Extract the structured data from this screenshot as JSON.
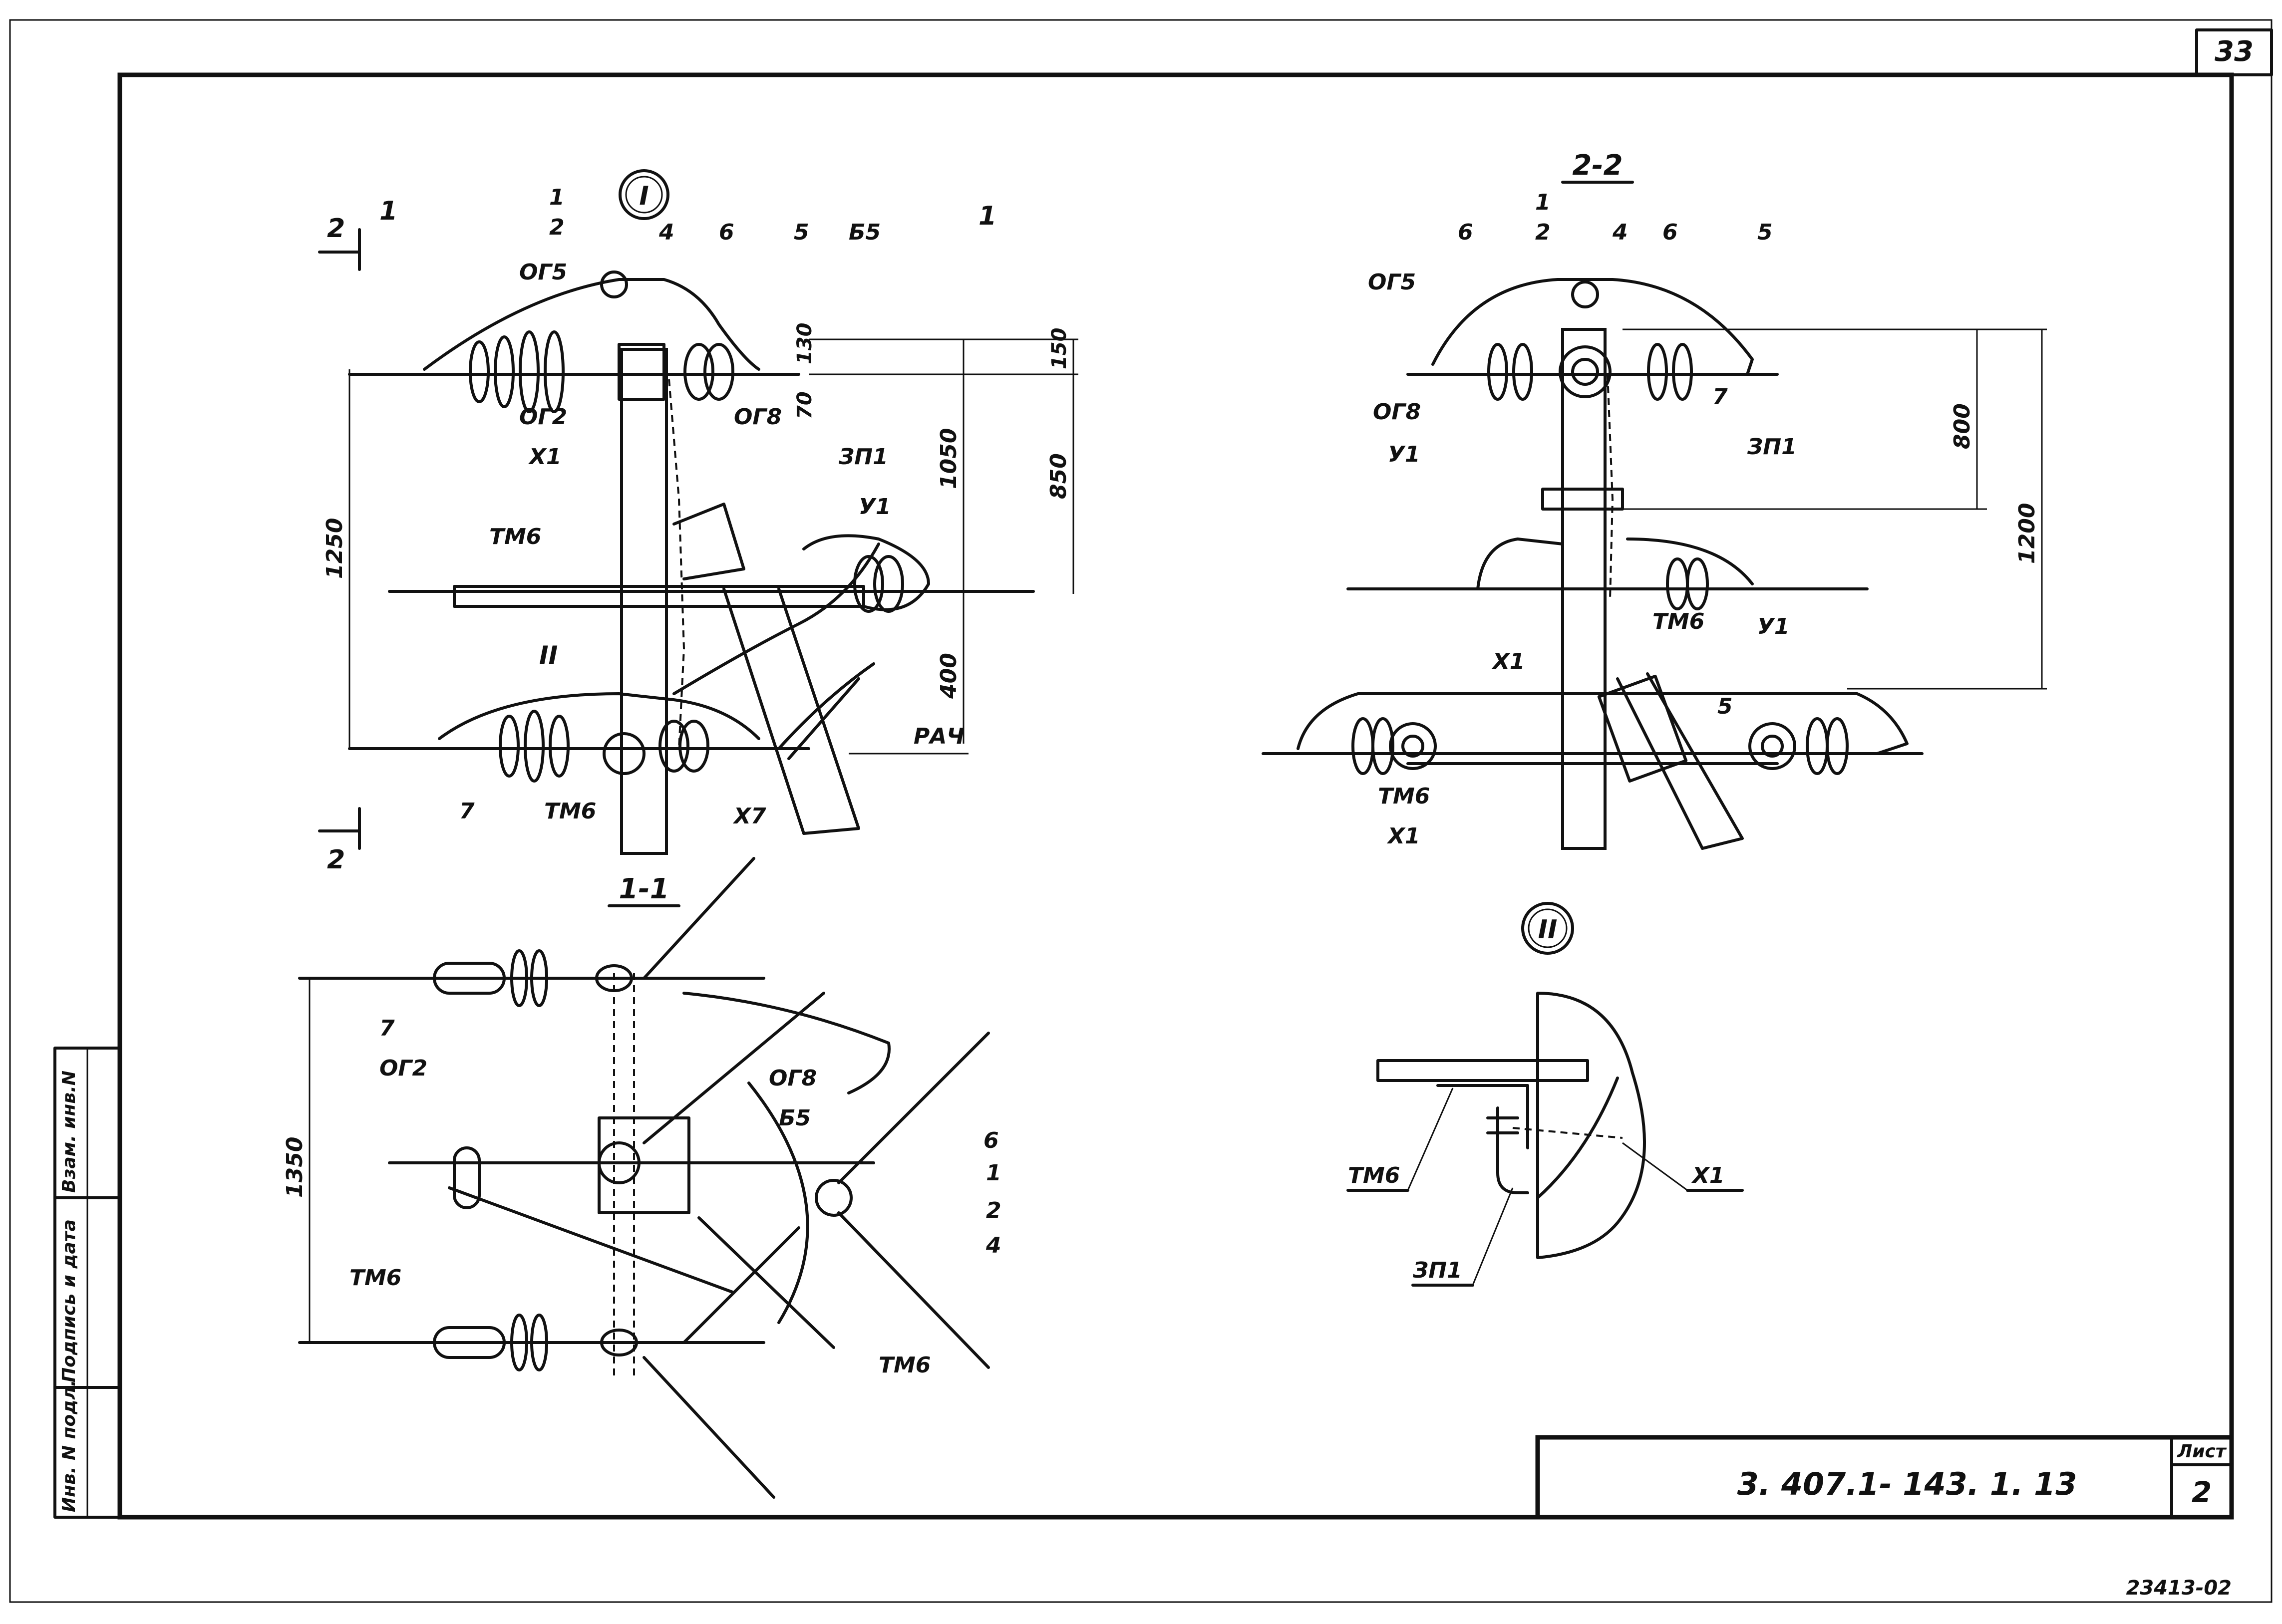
{
  "sheet": {
    "page_number": "33",
    "designation": "3. 407.1- 143. 1. 13",
    "sheet_label": "Лист",
    "sheet_number": "2",
    "archive_number": "23413-02"
  },
  "side_stamp": {
    "inv_podl": "Инв. N подл.",
    "podpis_data": "Подпись и дата",
    "vzam_inv": "Взам. инв.N"
  },
  "view_main": {
    "callout": "I",
    "section_mark_1": "1",
    "section_mark_2": "2",
    "labels": {
      "n1": "1",
      "n2": "2",
      "n4": "4",
      "n6": "6",
      "n5": "5",
      "b5": "Б5",
      "og5": "ОГ5",
      "og2": "ОГ2",
      "og8": "ОГ8",
      "x1": "Х1",
      "zp1": "ЗП1",
      "u1": "У1",
      "tm6_top": "ТМ6",
      "detail_ref": "II",
      "n7": "7",
      "tm6_bottom": "ТМ6",
      "x7": "Х7",
      "rach": "РАЧ"
    },
    "dims": {
      "d130": "130",
      "d150": "150",
      "d70": "70",
      "d1050": "1050",
      "d850": "850",
      "d1250": "1250",
      "d400": "400"
    }
  },
  "view_2_2": {
    "title": "2-2",
    "labels": {
      "n1": "1",
      "n2": "2",
      "n4": "4",
      "n6a": "6",
      "n6b": "6",
      "n5": "5",
      "og5": "ОГ5",
      "og8": "ОГ8",
      "zp1": "ЗП1",
      "u1": "У1",
      "n7": "7",
      "x1_mid": "Х1",
      "tm6_mid": "ТМ6",
      "u1_b": "У1",
      "n5_b": "5",
      "tm6_bottom": "ТМ6",
      "x1_bottom": "Х1"
    },
    "dims": {
      "d800": "800",
      "d1200": "1200"
    }
  },
  "view_1_1": {
    "title": "1-1",
    "labels": {
      "n7": "7",
      "og2": "ОГ2",
      "og8": "ОГ8",
      "b5": "Б5",
      "n6": "6",
      "n1": "1",
      "n2": "2",
      "n4": "4",
      "tm6_left": "ТМ6",
      "tm6_right": "ТМ6"
    },
    "dims": {
      "d1350": "1350"
    }
  },
  "detail_II": {
    "callout": "II",
    "labels": {
      "tm6": "ТМ6",
      "x1": "Х1",
      "zp1": "ЗП1"
    }
  }
}
